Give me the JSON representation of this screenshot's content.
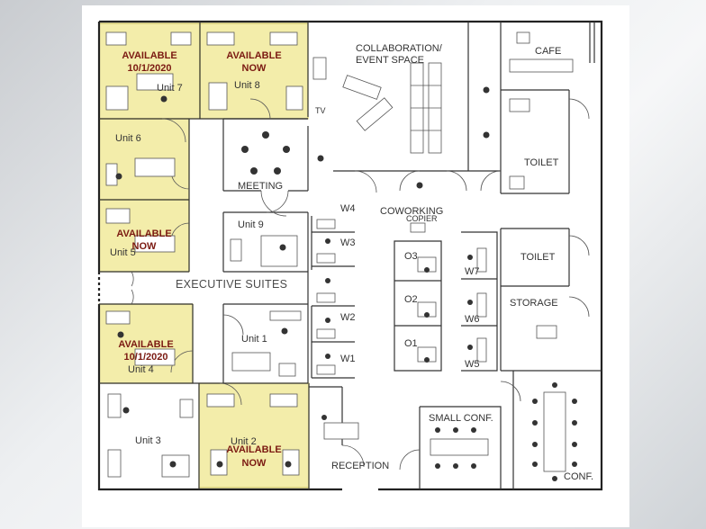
{
  "labels": {
    "collab_line1": "COLLABORATION/",
    "collab_line2": "EVENT SPACE",
    "cafe": "CAFE",
    "toilet_top": "TOILET",
    "toilet_mid": "TOILET",
    "storage": "STORAGE",
    "meeting": "MEETING",
    "coworking": "COWORKING",
    "copier": "COPIER",
    "executive_suites": "EXECUTIVE SUITES",
    "reception": "RECEPTION",
    "small_conf": "SMALL CONF.",
    "conf": "CONF.",
    "tv": "TV"
  },
  "units": [
    {
      "id": "unit7",
      "label": "Unit 7",
      "available": true,
      "status": [
        "AVAILABLE",
        "10/1/2020"
      ]
    },
    {
      "id": "unit8",
      "label": "Unit 8",
      "available": true,
      "status": [
        "AVAILABLE",
        "NOW"
      ]
    },
    {
      "id": "unit6",
      "label": "Unit 6",
      "available": true,
      "status": []
    },
    {
      "id": "unit5",
      "label": "Unit 5",
      "available": true,
      "status": [
        "AVAILABLE",
        "NOW"
      ]
    },
    {
      "id": "unit9",
      "label": "Unit 9",
      "available": false,
      "status": []
    },
    {
      "id": "unit1",
      "label": "Unit 1",
      "available": false,
      "status": []
    },
    {
      "id": "unit4",
      "label": "Unit 4",
      "available": true,
      "status": [
        "AVAILABLE",
        "10/1/2020"
      ]
    },
    {
      "id": "unit3",
      "label": "Unit 3",
      "available": false,
      "status": []
    },
    {
      "id": "unit2",
      "label": "Unit 2",
      "available": true,
      "status": [
        "AVAILABLE",
        "NOW"
      ]
    }
  ],
  "workstations": [
    "W1",
    "W2",
    "W3",
    "W4",
    "W5",
    "W6",
    "W7"
  ],
  "offices": [
    "O1",
    "O2",
    "O3"
  ],
  "colors": {
    "available_fill": "#f2eb9c",
    "available_stroke": "#c9bf4a",
    "available_text": "#7b1a12",
    "wall": "#222222"
  }
}
